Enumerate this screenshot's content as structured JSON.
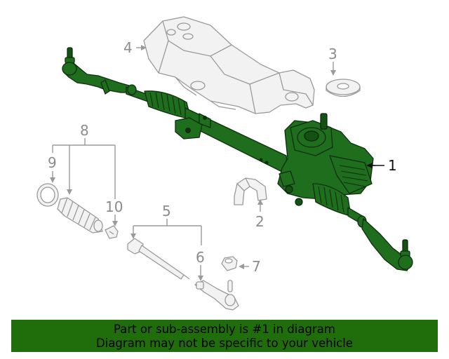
{
  "callouts": {
    "c1": "1",
    "c2": "2",
    "c3": "3",
    "c4": "4",
    "c5": "5",
    "c6": "6",
    "c7": "7",
    "c8": "8",
    "c9": "9",
    "c10": "10"
  },
  "banner": {
    "line1": "Part or sub-assembly is #1 in diagram",
    "line2": "Diagram may not be specific to your vehicle"
  },
  "colors": {
    "highlight_part": "#1e6e1e",
    "banner_background": "#1f6d0b",
    "other_parts": "#9a9a9a"
  }
}
